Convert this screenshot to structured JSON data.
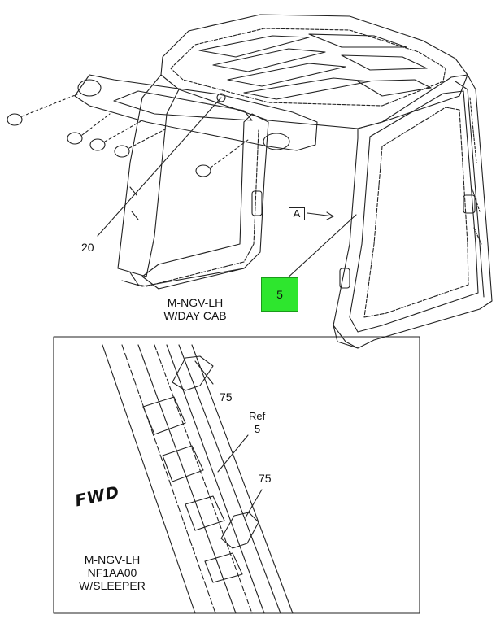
{
  "callouts": {
    "part_20": "20",
    "part_5": "5",
    "part_75_top": "75",
    "part_75_bottom": "75",
    "view_ref": "A",
    "ref_word": "Ref",
    "ref_number": "5"
  },
  "captions": {
    "day_cab_line1": "M-NGV-LH",
    "day_cab_line2": "W/DAY CAB",
    "sleeper_line1": "M-NGV-LH",
    "sleeper_line2": "NF1AA00",
    "sleeper_line3": "W/SLEEPER"
  },
  "fwd_label": "FWD",
  "colors": {
    "highlight": "#2ee62e",
    "line": "#222222"
  }
}
